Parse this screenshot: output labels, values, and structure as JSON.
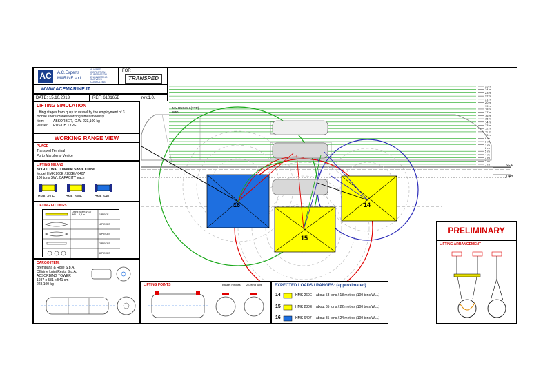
{
  "header": {
    "logo_letters": "AC",
    "company_line1": "A.C.Experts",
    "company_line2": "MARINE s.r.l.",
    "services": [
      "ALIGNED",
      "INSPECTION",
      "SUPERVISION",
      "ENGINEERING",
      "SURVEYS",
      "CONSULTING"
    ],
    "for_label": "FOR",
    "client_logo": "TRANSPED",
    "website": "WWW.ACEMARINE.IT",
    "date": "DATE: 15.10.2013",
    "ref": "REF: 610165B",
    "rev": "rev.1.0."
  },
  "simulation": {
    "title": "LIFTING SIMULATION",
    "desc_line1": "Lifting stages from quay to vessel by the employment of 3",
    "desc_line2": "mobile shore cranes working simultaneously.",
    "item_label": "Item:",
    "item_value": "ABSORBER, G.W. 223,100 kg",
    "vessel_label": "Vessel:",
    "vessel_value": "RUSICH TYPE"
  },
  "view_title": "WORKING RANGE VIEW",
  "place": {
    "title": "PLACE",
    "line1": "Transped Terminal",
    "line2": "Porto Marghera- Venice"
  },
  "lifting_means": {
    "title": "LIFTING MEANS",
    "line1": "3x GOTTWALD Mobile Shore Crane",
    "line2": "Model HMK 260E / 280E / 6407",
    "line3": "100 tons SWL CAPACITY each",
    "cranes": [
      "HMK 260E",
      "HMK 280E",
      "HMK 6407"
    ]
  },
  "lifting_fittings": {
    "title": "LIFTING FITTINGS",
    "rows": [
      {
        "desc": "Lifting Beam 1^10 t WLL - 5,8 m L",
        "qty": "1 PIECE"
      },
      {
        "desc": "",
        "qty": "4 PIECES"
      },
      {
        "desc": "",
        "qty": "4 PIECES"
      },
      {
        "desc": "",
        "qty": "2 PIECES"
      },
      {
        "desc": "",
        "qty": "8 PIECES"
      }
    ]
  },
  "cargo": {
    "title": "CARGO ITEM:",
    "line1": "Brembana & Rolle S.p.A.",
    "line2": "Officine Luigi Resta S.p.A.",
    "line3": "ADSORBING TOWER",
    "line4": "1937 x 531 x 541 cm",
    "line5": "223,100 kg"
  },
  "drawing": {
    "vessel_label": "MV RUSICH (TYP)",
    "vessel_sub": "IMO:",
    "sea_label": "SEA",
    "quay_label": "QUAY",
    "height_marks": [
      "25 m",
      "24 m",
      "23 m",
      "22 m",
      "21 m",
      "20 m",
      "19 m",
      "18 m",
      "17 m",
      "16 m",
      "15 m",
      "14 m",
      "13 m",
      "12 m",
      "11 m",
      "10 m",
      "9 m",
      "8 m",
      "7 m",
      "6 m",
      "5 m",
      "4 m",
      "3 m",
      "2 m",
      "1 m"
    ],
    "crane_numbers": [
      "14",
      "15",
      "16"
    ],
    "colors": {
      "green": "#1aa81a",
      "blue_crane": "#1e6fe0",
      "yellow_crane": "#ffff00",
      "red": "#e00000",
      "navy": "#2a2ab8"
    }
  },
  "lifting_points": {
    "title": "LIFTING POINTS",
    "basket_label": "Basket Hitches",
    "lugs_label": "2 Lifting lugs"
  },
  "expected": {
    "title": "EXPECTED LOADS / RANGES:  (approximated)",
    "rows": [
      {
        "num": "14",
        "model": "HMK 260E",
        "text": "about 58 tons / 18 metres (100 tons WLL)"
      },
      {
        "num": "15",
        "model": "HMK 280E",
        "text": "about 85 tons / 22 metres (100 tons WLL)"
      },
      {
        "num": "16",
        "model": "HMK 6407",
        "text": "about 85 tons / 24 metres (100 tons WLL)"
      }
    ]
  },
  "status": "PRELIMINARY",
  "lifting_arrangement": {
    "title": "LIFTING ARRANGEMENT"
  }
}
